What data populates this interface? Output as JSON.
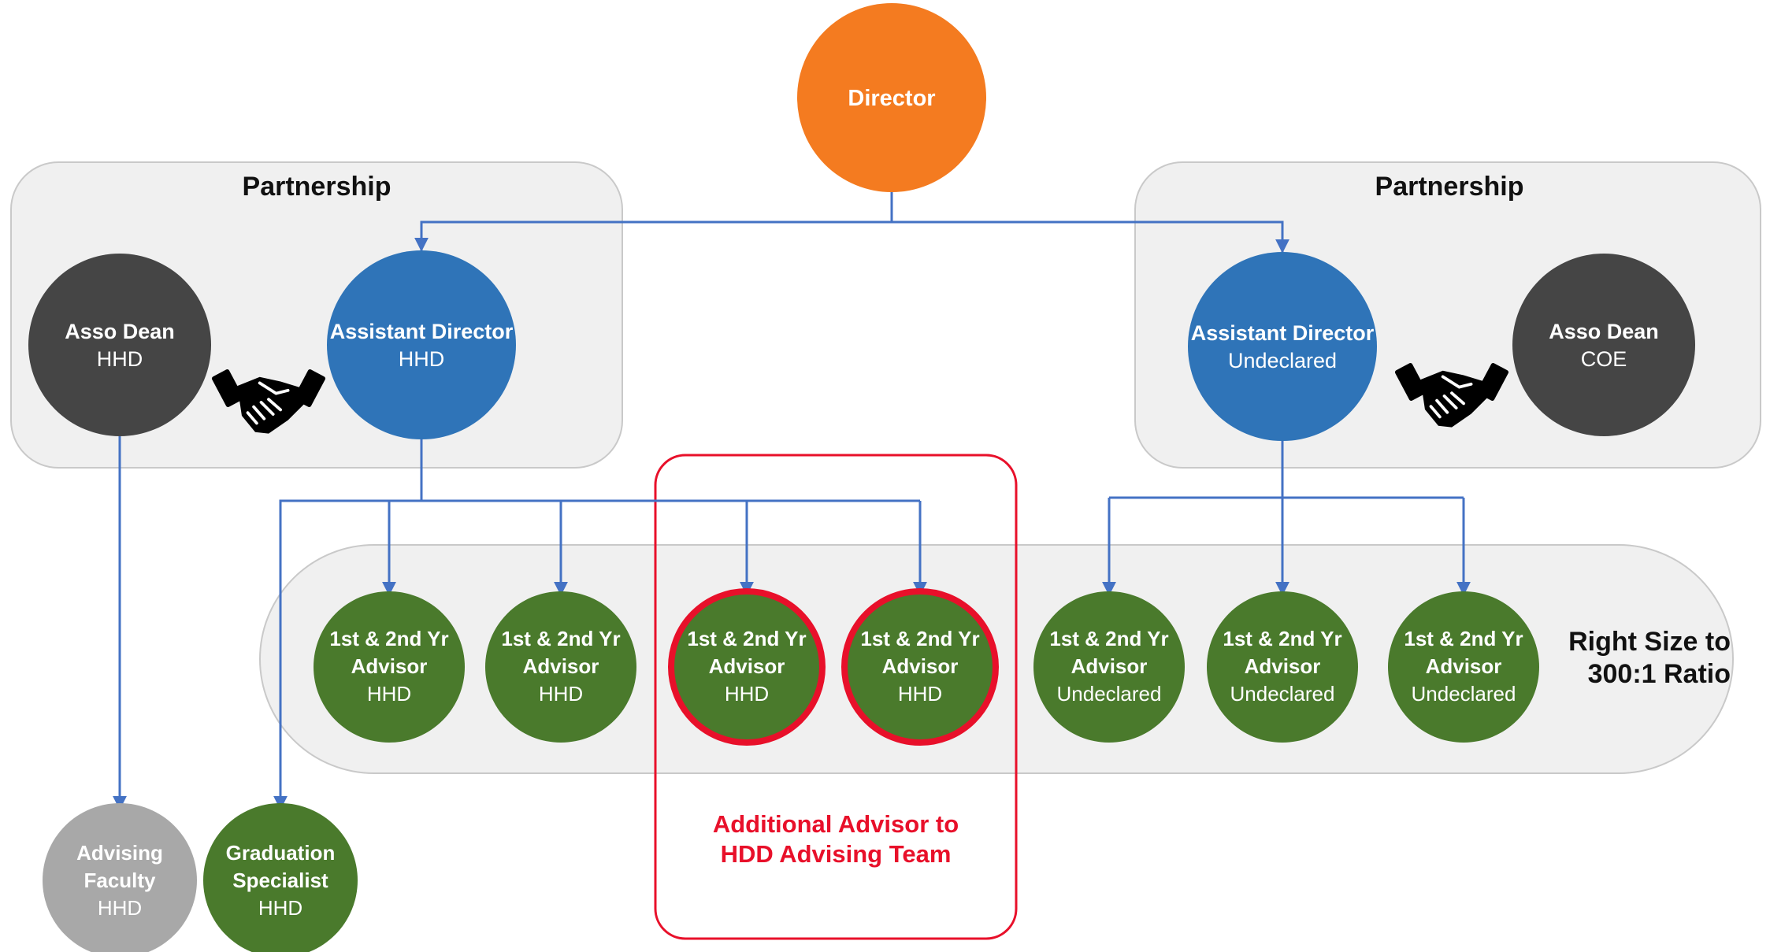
{
  "colors": {
    "director": "#f47b20",
    "assistant": "#2f74b8",
    "dean": "#454545",
    "advisor": "#4a7a2c",
    "faculty": "#a8a8a8",
    "highlight": "#e8102a",
    "connector": "#4472c4",
    "panel": "#f0f0f0"
  },
  "director": {
    "title": "Director"
  },
  "left_panel": {
    "title": "Partnership",
    "dean": {
      "title": "Asso Dean",
      "unit": "HHD"
    },
    "assistant": {
      "title": "Assistant Director",
      "unit": "HHD"
    },
    "icon": "handshake-icon"
  },
  "right_panel": {
    "title": "Partnership",
    "assistant": {
      "title": "Assistant Director",
      "unit": "Undeclared"
    },
    "dean": {
      "title": "Asso Dean",
      "unit": "COE"
    },
    "icon": "handshake-icon"
  },
  "advisors": [
    {
      "line1": "1st & 2nd Yr",
      "line2": "Advisor",
      "unit": "HHD",
      "new": false
    },
    {
      "line1": "1st & 2nd Yr",
      "line2": "Advisor",
      "unit": "HHD",
      "new": false
    },
    {
      "line1": "1st & 2nd Yr",
      "line2": "Advisor",
      "unit": "HHD",
      "new": true
    },
    {
      "line1": "1st & 2nd Yr",
      "line2": "Advisor",
      "unit": "HHD",
      "new": true
    },
    {
      "line1": "1st & 2nd Yr",
      "line2": "Advisor",
      "unit": "Undeclared",
      "new": false
    },
    {
      "line1": "1st & 2nd Yr",
      "line2": "Advisor",
      "unit": "Undeclared",
      "new": false
    },
    {
      "line1": "1st & 2nd Yr",
      "line2": "Advisor",
      "unit": "Undeclared",
      "new": false
    }
  ],
  "ratio_note": {
    "line1": "Right Size to",
    "line2": "300:1 Ratio"
  },
  "additional_note": {
    "line1": "Additional Advisor to",
    "line2": "HDD Advising Team"
  },
  "faculty": {
    "line1": "Advising",
    "line2": "Faculty",
    "unit": "HHD"
  },
  "graduation": {
    "line1": "Graduation",
    "line2": "Specialist",
    "unit": "HHD"
  }
}
